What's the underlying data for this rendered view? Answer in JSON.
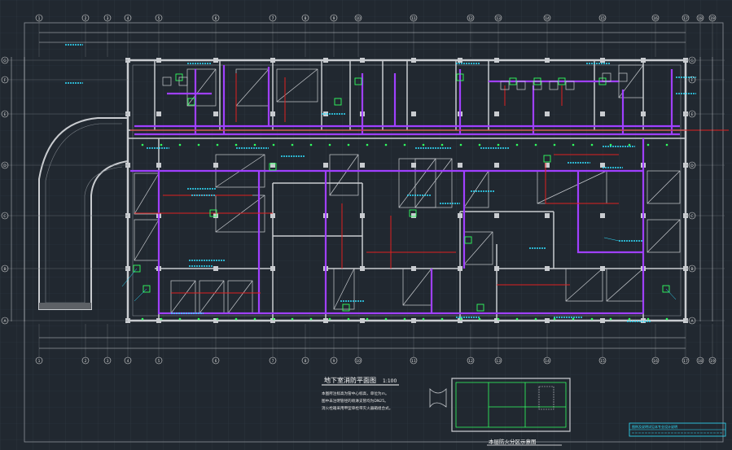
{
  "colors": {
    "background": "#212830",
    "grid": "#2f3944",
    "wall": "#c9ccd0",
    "pipe_main": "#a040ff",
    "pipe_branch": "#e02020",
    "label": "#30e0ff",
    "equipment": "#30ff60",
    "axis": "#d8d8d8"
  },
  "axes_top": [
    "1",
    "2",
    "3",
    "4",
    "5",
    "6",
    "7",
    "8",
    "9",
    "10",
    "11",
    "12",
    "13",
    "14",
    "15",
    "16",
    "17",
    "18",
    "19"
  ],
  "axes_side": [
    "A",
    "B",
    "C",
    "D",
    "E",
    "F",
    "G"
  ],
  "drawing": {
    "plan_title": "地下室消防平面图",
    "plan_scale": "1:100",
    "notes": [
      "本图所注标高为管中心标高，单位为m。",
      "图中未注明管径的喷淋支管均为DN25。",
      "消火栓箱采用甲型单栓带灭火器箱组合式。"
    ],
    "keyplan_title": "本层防火分区示意图",
    "legend_block": "图例及说明详见本专业设计说明"
  }
}
